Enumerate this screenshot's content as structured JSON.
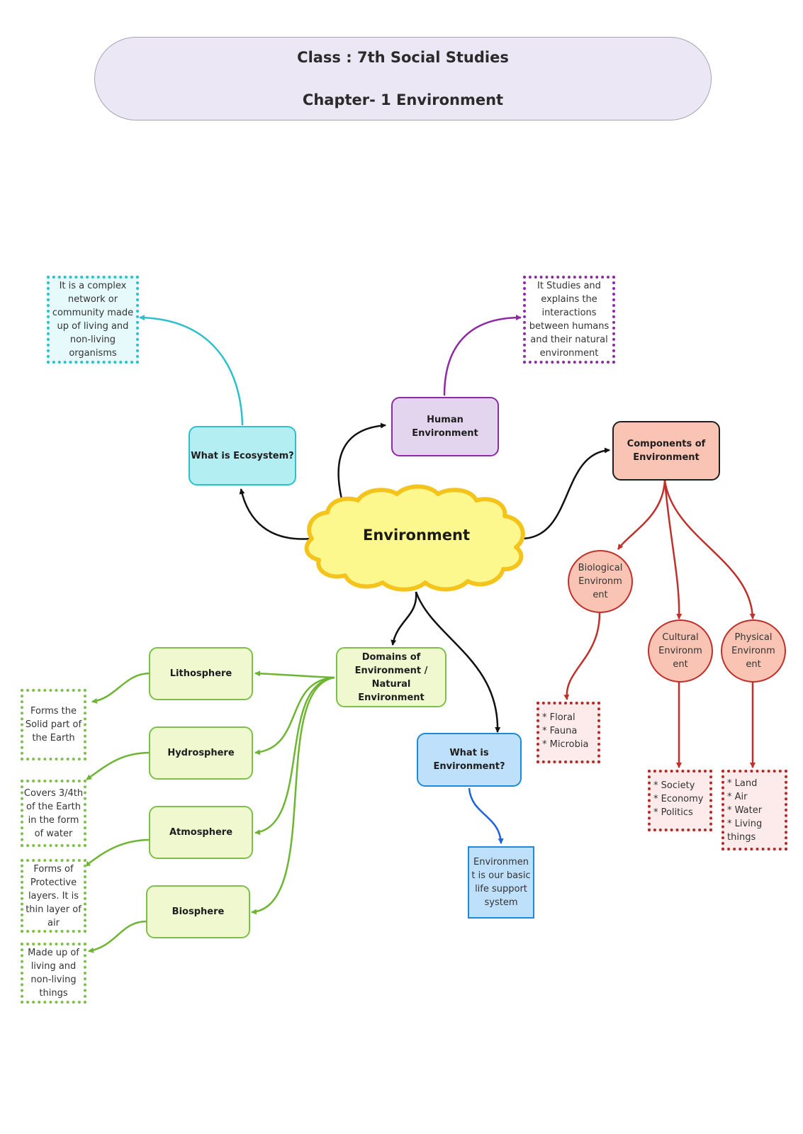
{
  "header": {
    "line1": "Class : 7th Social Studies",
    "line2": "Chapter- 1 Environment"
  },
  "center": {
    "label": "Environment"
  },
  "ecosystem": {
    "label": "What is Ecosystem?",
    "description": "It is a complex\nnetwork or\ncommunity made\nup of living and\nnon-living\norganisms"
  },
  "human": {
    "label": "Human\nEnvironment",
    "description": "It Studies and\nexplains the\ninteractions\nbetween humans\nand their natural\nenvironment"
  },
  "components": {
    "label": "Components of\nEnvironment",
    "biological": {
      "label": "Biological\nEnvironm\nent",
      "items": "* Floral\n* Fauna\n* Microbia"
    },
    "cultural": {
      "label": "Cultural\nEnvironm\nent",
      "items": "* Society\n* Economy\n* Politics"
    },
    "physical": {
      "label": "Physical\nEnvironm\nent",
      "items": "* Land\n* Air\n* Water\n* Living\nthings"
    }
  },
  "domains": {
    "label": "Domains of\nEnvironment /\nNatural Environment",
    "items": [
      {
        "label": "Lithosphere",
        "description": "Forms the\nSolid part of\nthe Earth"
      },
      {
        "label": "Hydrosphere",
        "description": "Covers 3/4th\nof the Earth\nin the form\nof water"
      },
      {
        "label": "Atmosphere",
        "description": "Forms of\nProtective\nlayers. It is\nthin layer of\nair"
      },
      {
        "label": "Biosphere",
        "description": "Made up of\nliving and\nnon-living\nthings"
      }
    ]
  },
  "what_is": {
    "label": "What is\nEnvironment?",
    "description": "Environmen\nt is our basic\nlife support\nsystem"
  },
  "colors": {
    "black_connector": "#111111",
    "teal": "#2bc0cc",
    "purple": "#8e2aa3",
    "red": "#c0302b",
    "green": "#6db532",
    "blue": "#1c64d8",
    "cloud_fill": "#fdf88e",
    "cloud_stroke": "#f4c31c"
  }
}
